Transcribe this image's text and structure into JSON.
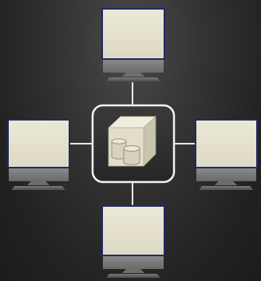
{
  "diagram": {
    "hub": {
      "icon": "database-server-icon",
      "outline_color": "#ffffff",
      "cube_color": "#e4e0cc"
    },
    "computers": [
      {
        "position": "top",
        "icon": "computer-monitor-icon"
      },
      {
        "position": "left",
        "icon": "computer-monitor-icon"
      },
      {
        "position": "right",
        "icon": "computer-monitor-icon"
      },
      {
        "position": "bottom",
        "icon": "computer-monitor-icon"
      }
    ],
    "colors": {
      "screen": "#e7e3d0",
      "screen_border": "#1f2a66",
      "stand": "#7d7d7d",
      "connector": "#e8e8e8"
    }
  }
}
